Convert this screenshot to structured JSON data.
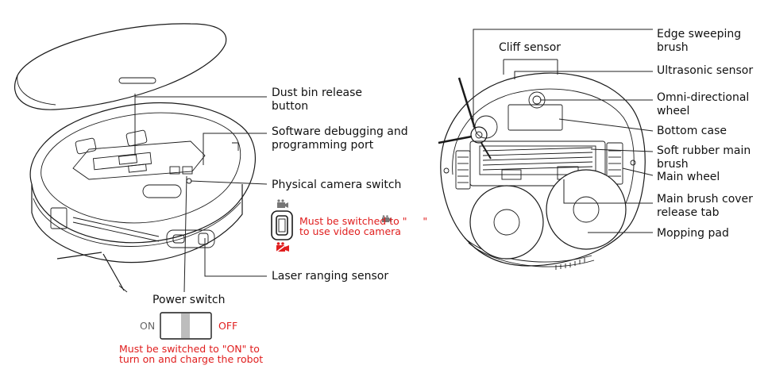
{
  "left_labels": {
    "dust_bin": [
      "Dust bin release",
      "button"
    ],
    "software_port": [
      "Software debugging and",
      "programming port"
    ],
    "camera_switch": "Physical camera switch",
    "camera_note": [
      "Must be switched to \"     \"",
      "to use video camera"
    ],
    "laser": "Laser ranging sensor",
    "power_switch": "Power switch",
    "on": "ON",
    "off": "OFF",
    "power_note": [
      "Must be switched to \"ON\" to",
      "turn on and charge the robot"
    ]
  },
  "right_labels": {
    "cliff": "Cliff sensor",
    "edge_brush": [
      "Edge sweeping",
      "brush"
    ],
    "ultrasonic": "Ultrasonic sensor",
    "omni_wheel": [
      "Omni-directional",
      "wheel"
    ],
    "bottom_case": "Bottom case",
    "rubber_brush": [
      "Soft rubber main",
      "brush"
    ],
    "main_wheel": "Main wheel",
    "brush_cover": [
      "Main brush cover",
      "release tab"
    ],
    "mopping_pad": "Mopping pad"
  },
  "colors": {
    "accent_red": "#e01e1e",
    "line": "#1a1a1a",
    "switch_gray": "#bdbdbd"
  },
  "icons": [
    "camera-icon",
    "camera-off-icon"
  ]
}
